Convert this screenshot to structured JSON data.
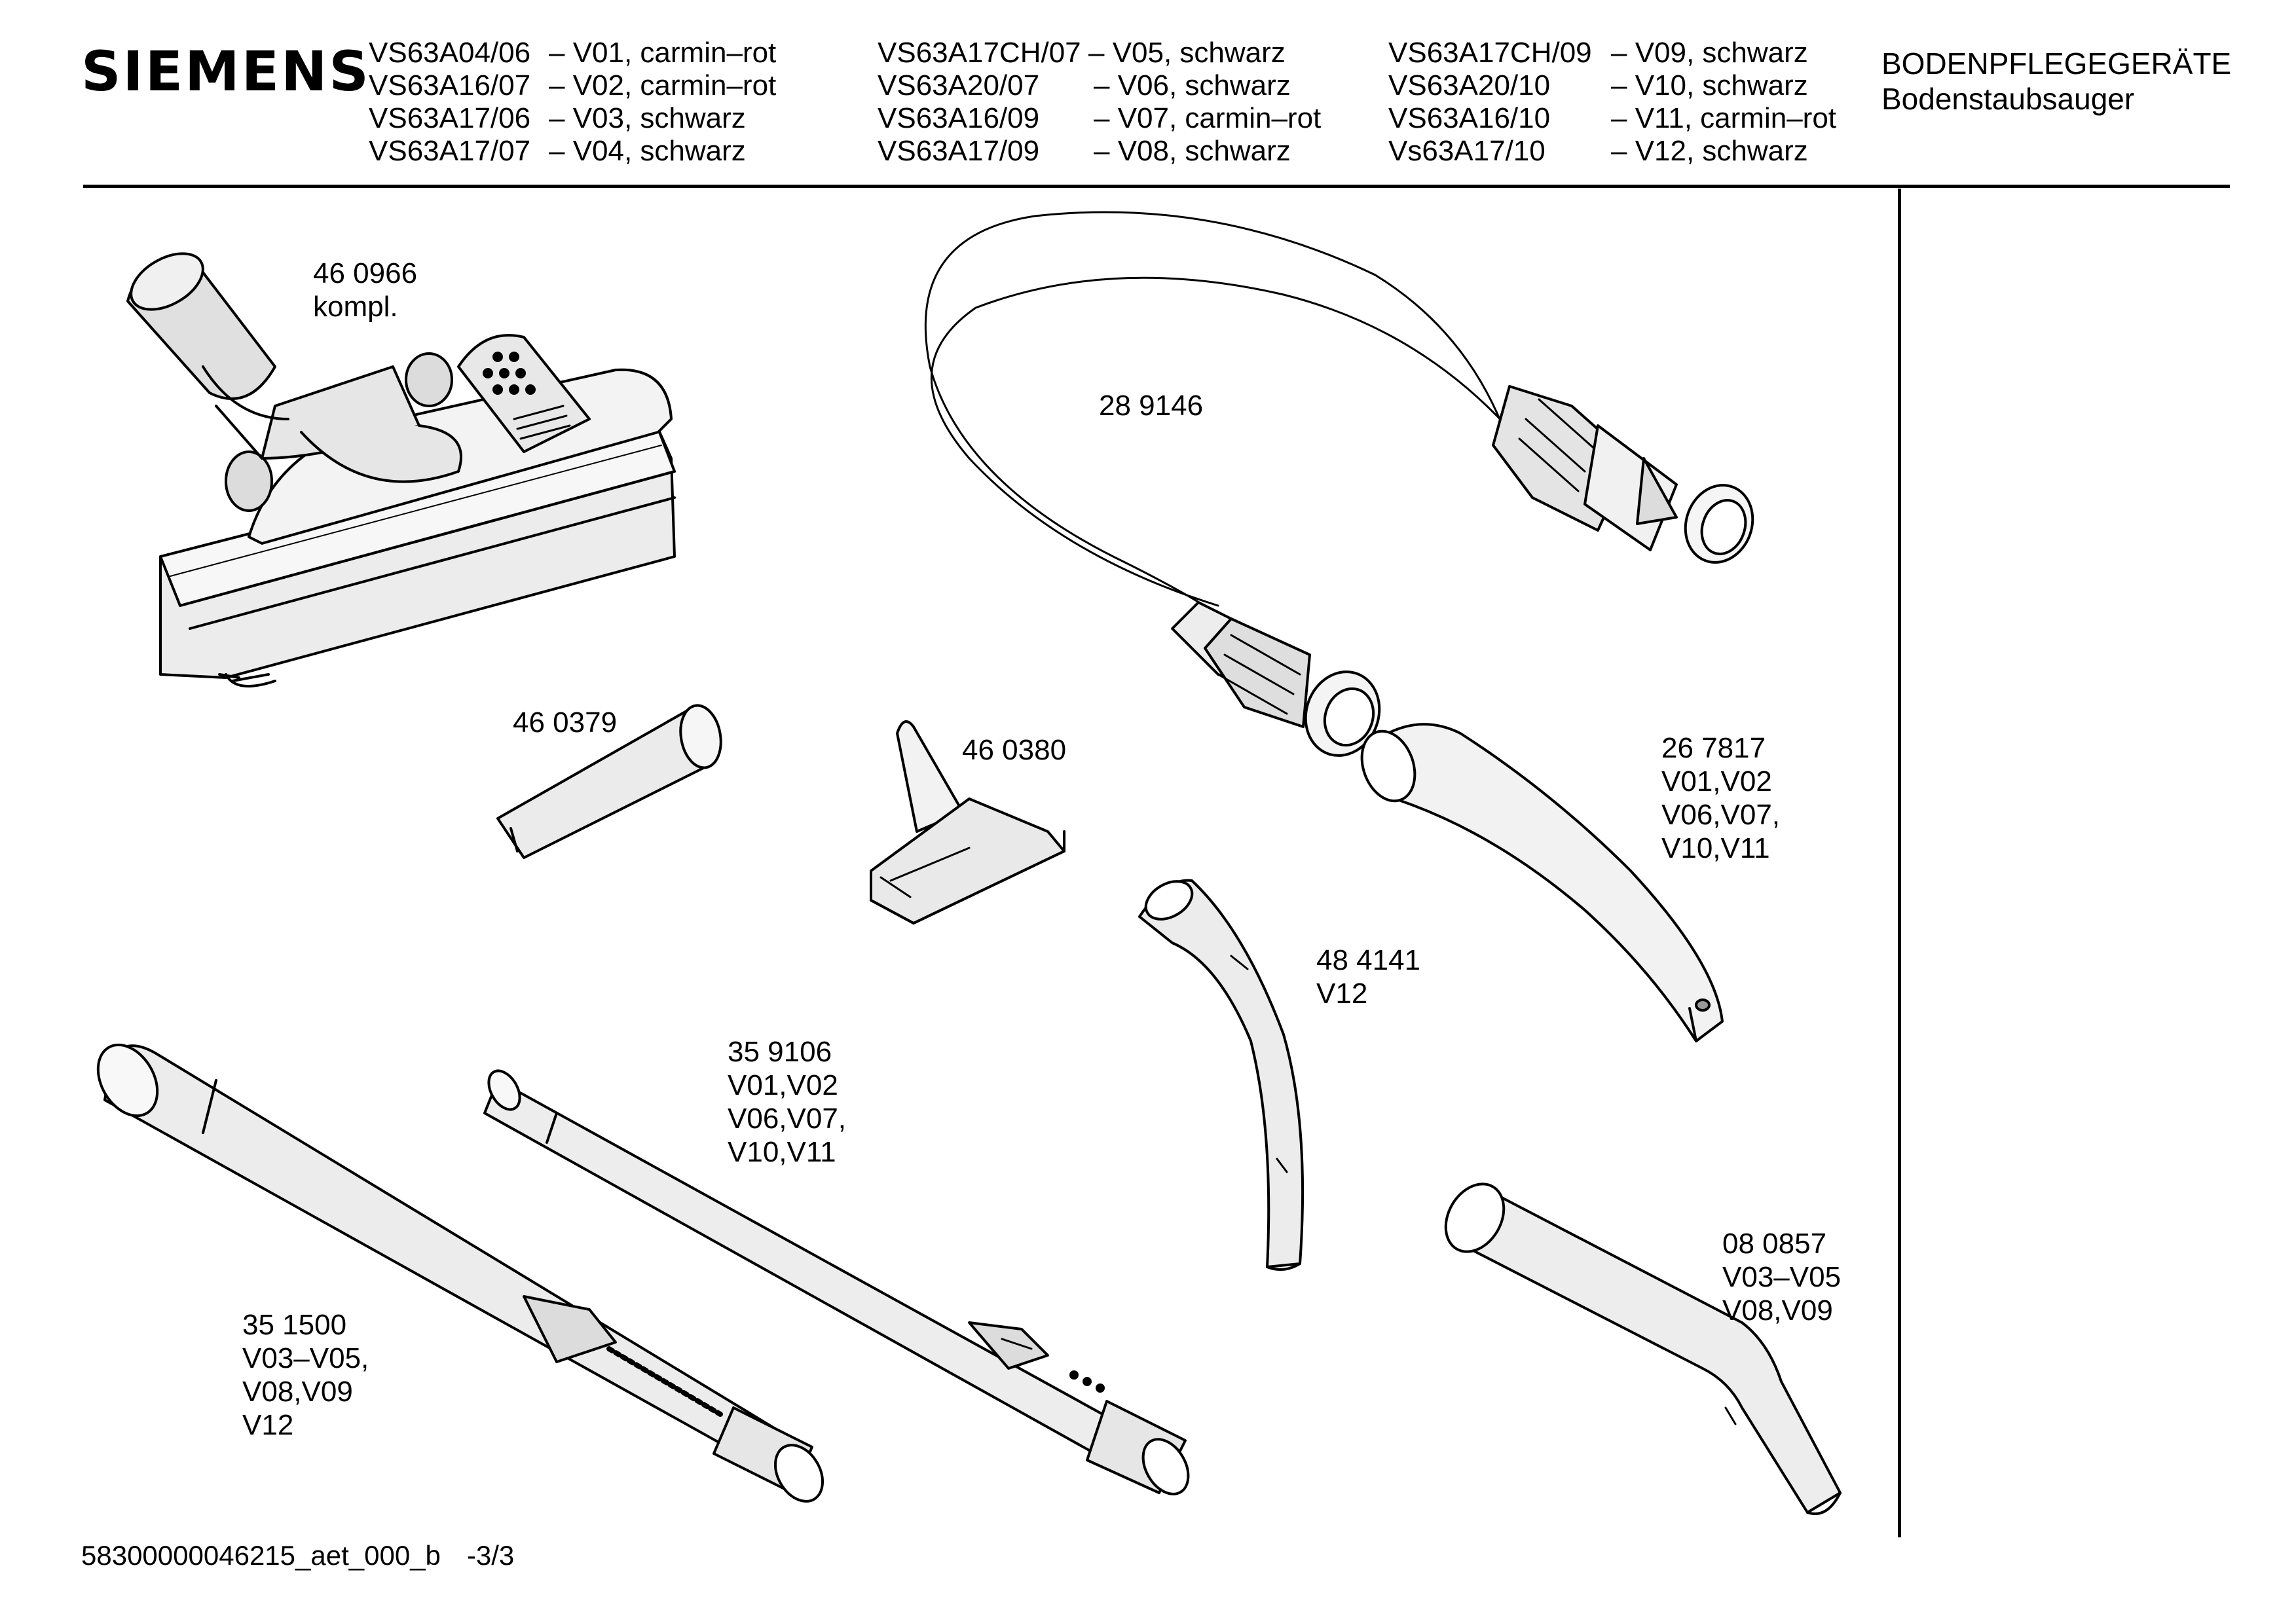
{
  "header": {
    "brand": "SIEMENS",
    "models_col1": [
      {
        "code": "VS63A04/06",
        "desc": "– V01, carmin–rot"
      },
      {
        "code": "VS63A16/07",
        "desc": "– V02, carmin–rot"
      },
      {
        "code": "VS63A17/06",
        "desc": "– V03, schwarz"
      },
      {
        "code": "VS63A17/07",
        "desc": "– V04, schwarz"
      }
    ],
    "models_col2": [
      {
        "code": "VS63A17CH/07",
        "desc": "– V05, schwarz"
      },
      {
        "code": "VS63A20/07",
        "desc": "– V06, schwarz"
      },
      {
        "code": "VS63A16/09",
        "desc": "– V07, carmin–rot"
      },
      {
        "code": "VS63A17/09",
        "desc": "– V08, schwarz"
      }
    ],
    "models_col3": [
      {
        "code": "VS63A17CH/09",
        "desc": "– V09, schwarz"
      },
      {
        "code": "VS63A20/10",
        "desc": "– V10, schwarz"
      },
      {
        "code": "VS63A16/10",
        "desc": "– V11, carmin–rot"
      },
      {
        "code": "Vs63A17/10",
        "desc": "– V12, schwarz"
      }
    ],
    "category": "BODENPFLEGEGERÄTE",
    "subcategory": "Bodenstaubsauger"
  },
  "parts": {
    "p1": {
      "lines": [
        "46 0966",
        "kompl."
      ]
    },
    "p2": {
      "lines": [
        "28 9146"
      ]
    },
    "p3": {
      "lines": [
        "46 0379"
      ]
    },
    "p4": {
      "lines": [
        "46 0380"
      ]
    },
    "p5": {
      "lines": [
        "26 7817",
        "V01,V02",
        "V06,V07,",
        "V10,V11"
      ]
    },
    "p6": {
      "lines": [
        "48 4141",
        "V12"
      ]
    },
    "p7": {
      "lines": [
        "35 9106",
        "V01,V02",
        "V06,V07,",
        "V10,V11"
      ]
    },
    "p8": {
      "lines": [
        "08 0857",
        "V03–V05",
        "V08,V09"
      ]
    },
    "p9": {
      "lines": [
        "35 1500",
        "V03–V05,",
        "V08,V09",
        "V12"
      ]
    }
  },
  "footer": {
    "doc_id": "58300000046215_aet_000_b",
    "page": "-3/3"
  }
}
